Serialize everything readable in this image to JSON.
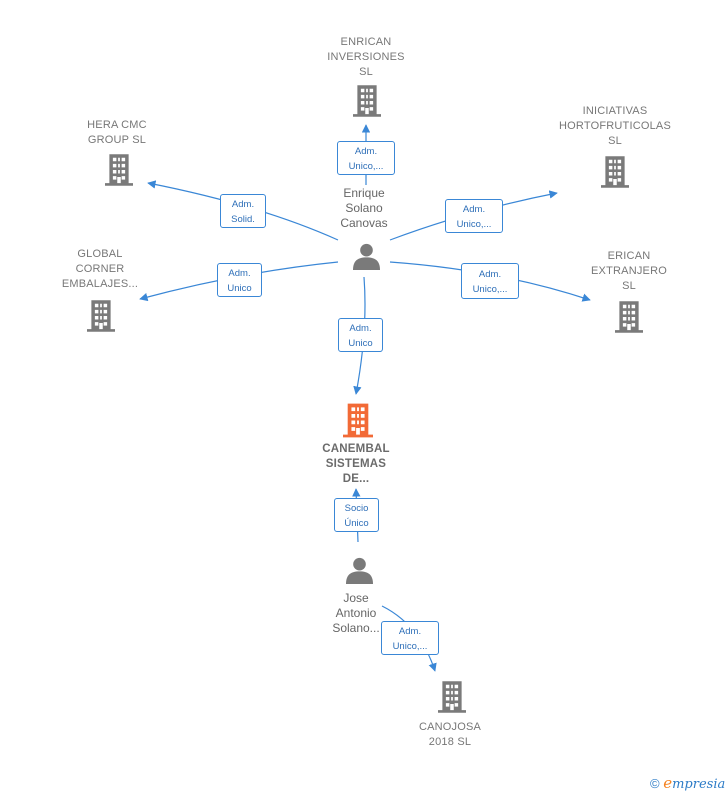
{
  "colors": {
    "edge": "#3a87d6",
    "building": "#7a7a7a",
    "focus_building": "#f26a36",
    "person": "#7a7a7a"
  },
  "companies": [
    {
      "id": "enrican",
      "label": "ENRICAN\nINVERSIONES\nSL"
    },
    {
      "id": "hera",
      "label": "HERA CMC\nGROUP  SL"
    },
    {
      "id": "iniciativas",
      "label": "INICIATIVAS\nHORTOFRUTICOLAS\nSL"
    },
    {
      "id": "global",
      "label": "GLOBAL\nCORNER\nEMBALAJES..."
    },
    {
      "id": "erican",
      "label": "ERICAN\nEXTRANJERO\nSL"
    },
    {
      "id": "canembal",
      "label": "CANEMBAL\nSISTEMAS\nDE..."
    },
    {
      "id": "canojosa",
      "label": "CANOJOSA\n2018  SL"
    }
  ],
  "persons": [
    {
      "id": "enrique",
      "label": "Enrique\nSolano\nCanovas"
    },
    {
      "id": "jose",
      "label": "Jose\nAntonio\nSolano..."
    }
  ],
  "edges": [
    {
      "id": "e-enrican",
      "label": "Adm.\nUnico,..."
    },
    {
      "id": "e-hera",
      "label": "Adm.\nSolid."
    },
    {
      "id": "e-iniciativas",
      "label": "Adm.\nUnico,..."
    },
    {
      "id": "e-global",
      "label": "Adm.\nUnico"
    },
    {
      "id": "e-erican",
      "label": "Adm.\nUnico,..."
    },
    {
      "id": "e-canembal",
      "label": "Adm.\nUnico"
    },
    {
      "id": "e-socio",
      "label": "Socio\nÚnico"
    },
    {
      "id": "e-canojosa",
      "label": "Adm.\nUnico,..."
    }
  ],
  "footer": {
    "copyright": "©",
    "brand_e": "e",
    "brand_rest": "mpresia"
  }
}
